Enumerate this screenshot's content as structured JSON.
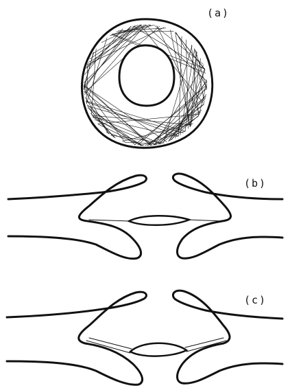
{
  "labels": {
    "a": "(a)",
    "b": "(b)",
    "c": "(c)"
  },
  "colors": {
    "ink": "#111111",
    "background": "#ffffff"
  },
  "chord_count": 90
}
